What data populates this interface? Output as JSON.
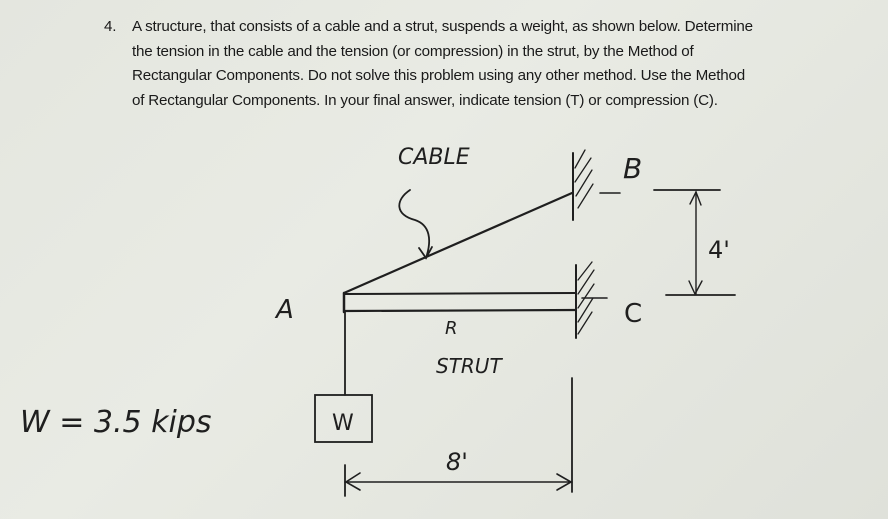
{
  "problem": {
    "number": "4.",
    "lines": [
      "A structure, that consists of a cable and a strut, suspends a weight, as shown below. Determine",
      "the tension in the cable and the tension (or compression) in the strut, by the Method of",
      "Rectangular Components.  Do not solve this problem using any other method.  Use the Method",
      "of Rectangular Components.  In your final answer, indicate tension (T) or compression (C)."
    ]
  },
  "diagram": {
    "labels": {
      "cable": "CABLE",
      "strut": "STRUT",
      "strut_symbol": "R",
      "point_a": "A",
      "point_b": "B",
      "point_c": "C",
      "weight_box": "W",
      "weight_given": "W = 3.5 kips",
      "vertical_dim": "4'",
      "horizontal_dim": "8'"
    },
    "given": {
      "weight_kips": 3.5,
      "horizontal_distance_ft": 8,
      "vertical_distance_ft": 4
    },
    "colors": {
      "ink": "#1f1f1f",
      "paper": "#e6e8e1"
    }
  }
}
